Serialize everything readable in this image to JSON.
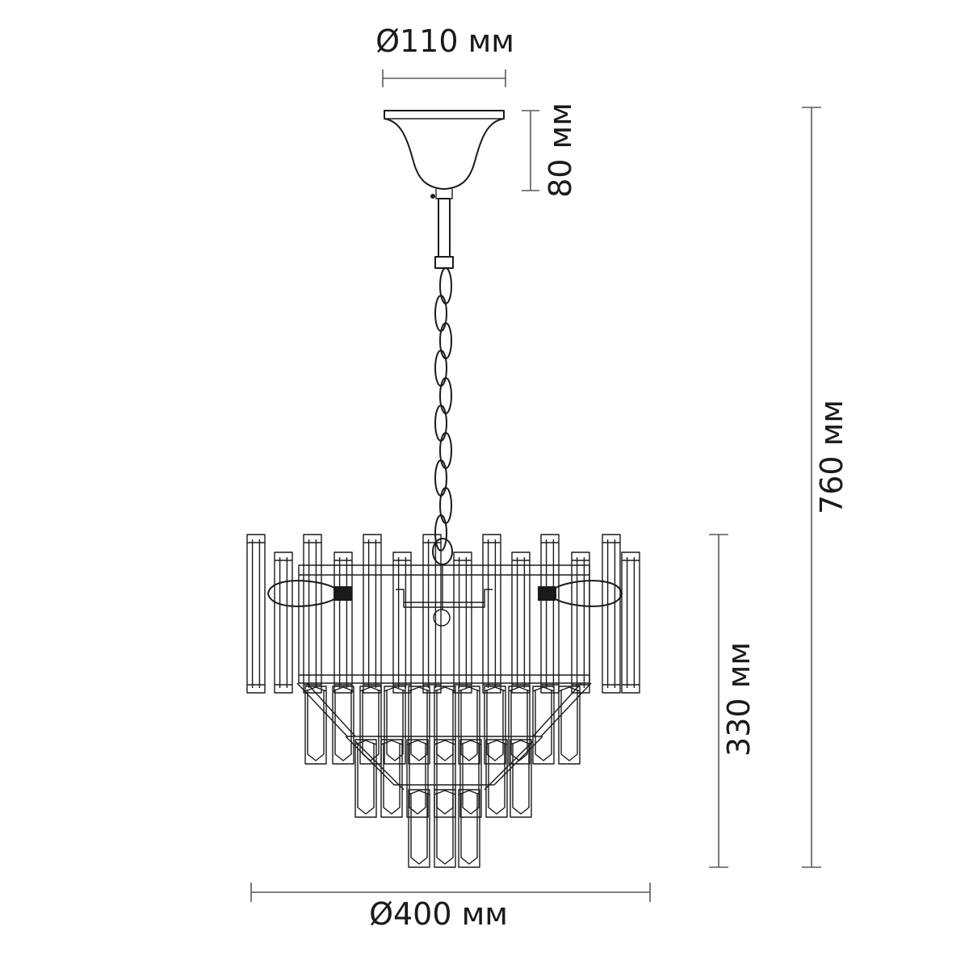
{
  "dimensions": {
    "canopy_diameter": "Ø110 мм",
    "canopy_height": "80 мм",
    "total_height": "760 мм",
    "body_height": "330 мм",
    "body_diameter": "Ø400 мм"
  },
  "colors": {
    "ink": "#1a1a1a",
    "dimension": "#5a5a5a",
    "background": "#ffffff"
  }
}
